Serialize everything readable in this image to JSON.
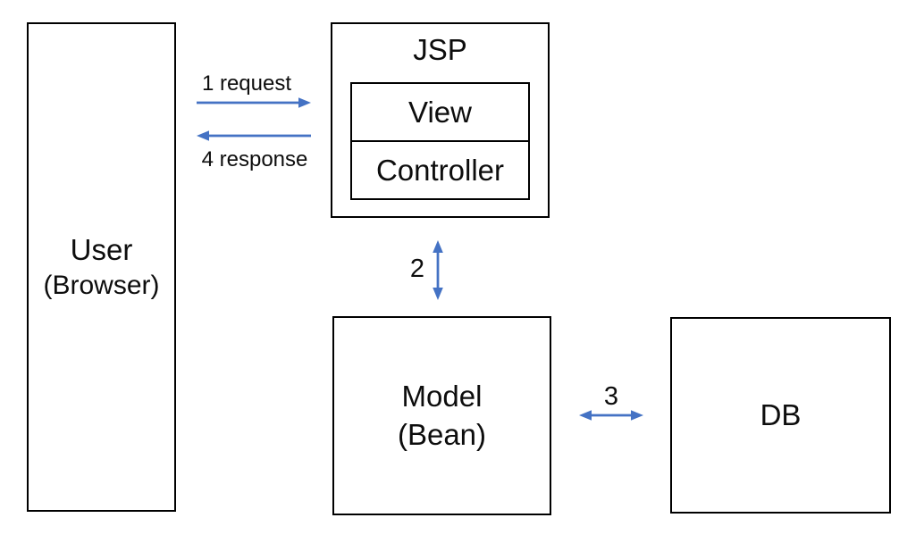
{
  "diagram": {
    "type": "architecture-diagram",
    "subject": "JSP Model1 MVC flow",
    "colors": {
      "arrow": "#4472C4",
      "box_border": "#000000",
      "text": "#0d0d0d",
      "background": "#FFFFFF"
    },
    "nodes": {
      "user": {
        "label": "User",
        "sublabel": "(Browser)"
      },
      "jsp": {
        "title": "JSP",
        "cells": {
          "view": "View",
          "controller": "Controller"
        }
      },
      "model": {
        "label": "Model",
        "sublabel": "(Bean)"
      },
      "db": {
        "label": "DB"
      }
    },
    "edges": {
      "user_to_jsp": {
        "label": "1 request",
        "direction": "right"
      },
      "jsp_to_user": {
        "label": "4 response",
        "direction": "left"
      },
      "jsp_model": {
        "label": "2",
        "direction": "both"
      },
      "model_db": {
        "label": "3",
        "direction": "both"
      }
    }
  }
}
